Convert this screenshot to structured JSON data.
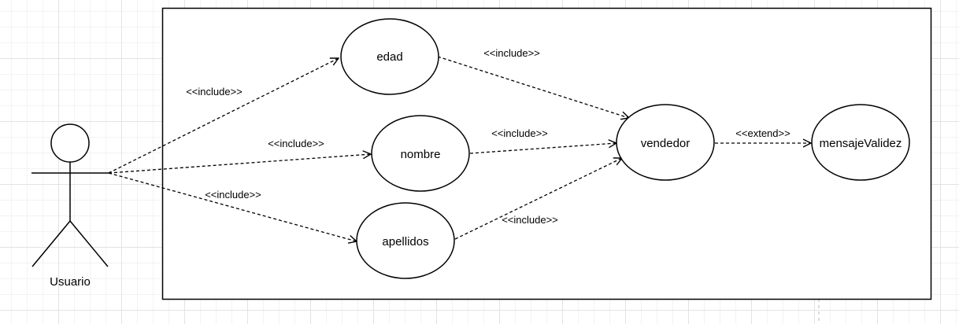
{
  "actor": {
    "label": "Usuario"
  },
  "use_cases": {
    "edad": "edad",
    "nombre": "nombre",
    "apellidos": "apellidos",
    "vendedor": "vendedor",
    "mensaje_validez": "mensajeValidez"
  },
  "relations": {
    "usuario_edad": "<<include>>",
    "usuario_nombre": "<<include>>",
    "usuario_apellidos": "<<include>>",
    "edad_vendedor": "<<include>>",
    "nombre_vendedor": "<<include>>",
    "apellidos_vendedor": "<<include>>",
    "vendedor_mensaje": "<<extend>>"
  },
  "colors": {
    "stroke": "#000000",
    "fill": "#ffffff",
    "grid": "#e3e3e3"
  }
}
